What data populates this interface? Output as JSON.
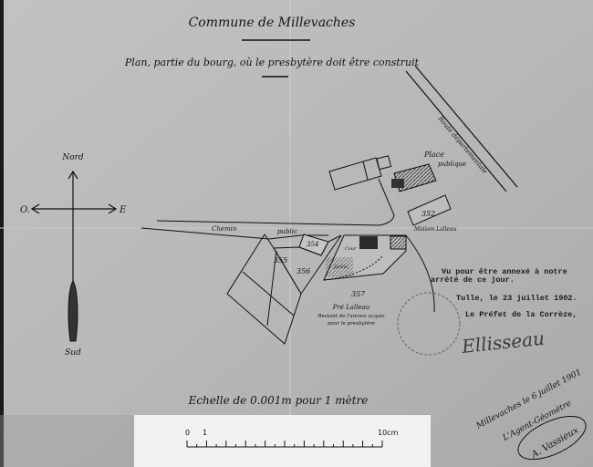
{
  "header": {
    "title": "Commune de Millevaches",
    "subtitle": "Plan, partie du bourg, où le presbytère doit être construit"
  },
  "compass": {
    "north": "Nord",
    "west": "O.",
    "east": "E",
    "south": "Sud"
  },
  "plan": {
    "road_label": "Route départementale",
    "path_label_1": "Chemin",
    "path_label_2": "public",
    "square_label_1": "Place",
    "square_label_2": "publique",
    "house_number": "352",
    "house_label": "Maison Lalleau",
    "parcels": {
      "p354": "354",
      "p355": "355",
      "p356": "356",
      "p357": "357"
    },
    "cour": "Cour",
    "jardin": "Jardin",
    "meadow_label": "Pré Lalleau",
    "note_1": "Restant de l'ancien acquis",
    "note_2": "pour le presbytère"
  },
  "approval": {
    "line1": "Vu pour être annexé à notre",
    "line2": "arrêté de ce jour.",
    "place_date": "Tulle, le 23 juillet 1902.",
    "signatory": "Le Préfet de la Corrèze,",
    "signature": "Ellisseau"
  },
  "surveyor": {
    "line1": "Millevaches le 6 juillet 1901",
    "line2": "L'Agent-Géomètre",
    "signature": "A. Vassieux"
  },
  "scale": {
    "text": "Echelle de 0.001m pour 1 mètre",
    "ruler_start": "0",
    "ruler_one": "1",
    "ruler_end": "10cm"
  }
}
